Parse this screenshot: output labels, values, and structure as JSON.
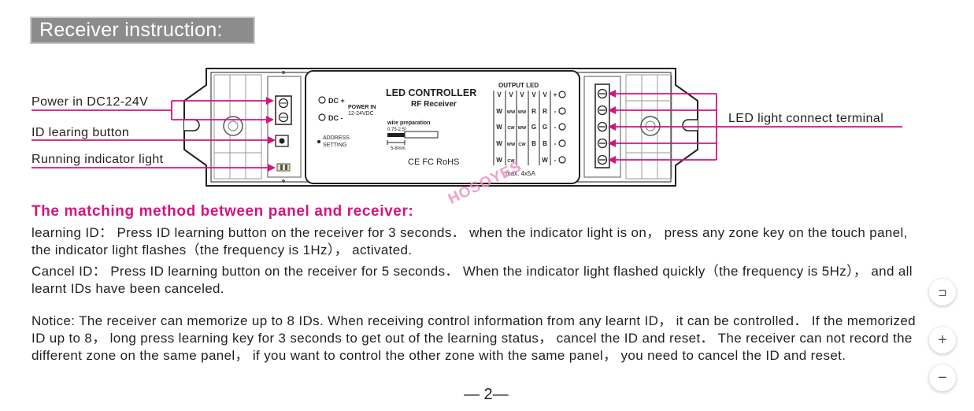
{
  "header": {
    "title": "Receiver instruction:"
  },
  "diagram": {
    "labels": {
      "power": "Power in DC12-24V",
      "id_button": "ID learing button",
      "indicator": "Running indicator light",
      "terminal": "LED light connect terminal"
    },
    "device": {
      "title": "LED CONTROLLER",
      "subtitle": "RF Receiver",
      "dc_plus": "DC +",
      "dc_minus": "DC -",
      "power_in": "POWER IN",
      "power_range": "12-24VDC",
      "wire_prep": "wire preparation",
      "wire_gauge": "0.75-2.5²",
      "strip_length": "5-8mm",
      "address_line1": "ADDRESS",
      "address_line2": "SETTING",
      "certs": "CE FC RoHS",
      "output_led": "OUTPUT LED",
      "max_rating": "max. 4x5A",
      "grid": [
        [
          "V",
          "V",
          "V",
          "V",
          "V",
          "+"
        ],
        [
          "W",
          "WW",
          "WW",
          "R",
          "R",
          "-"
        ],
        [
          "W",
          "CW",
          "WW",
          "G",
          "G",
          "-"
        ],
        [
          "W",
          "WW",
          "CW",
          "B",
          "B",
          "-"
        ],
        [
          "W",
          "CW",
          "",
          "",
          "W",
          "-"
        ]
      ]
    }
  },
  "section": {
    "heading": "The matching method between panel and receiver:",
    "watermark": "HOSOYES",
    "learning": "learning ID： Press ID learning button on the receiver for 3 seconds． when the indicator light is on， press any zone key on the touch panel, the indicator light flashes（the frequency is 1Hz）， activated.",
    "cancel": "Cancel ID： Press ID learning button on the receiver for 5 seconds． When the indicator light flashed quickly（the frequency is 5Hz）， and all learnt IDs have been canceled.",
    "notice": "Notice: The receiver can memorize up to 8 IDs. When receiving control information from any learnt ID， it can be controlled． If the memorized ID up to 8， long press learning key for 3 seconds to get out of the learning status， cancel the ID and reset． The receiver can not record the different zone on the same panel， if you want to control the other zone with the same panel， you need to cancel the ID and reset."
  },
  "footer": {
    "page": "— 2—"
  },
  "controls": {
    "fit": "⊐",
    "zoom_in": "+",
    "zoom_out": "−"
  },
  "colors": {
    "accent": "#d4147f",
    "title_bg": "#8c8c8c"
  }
}
